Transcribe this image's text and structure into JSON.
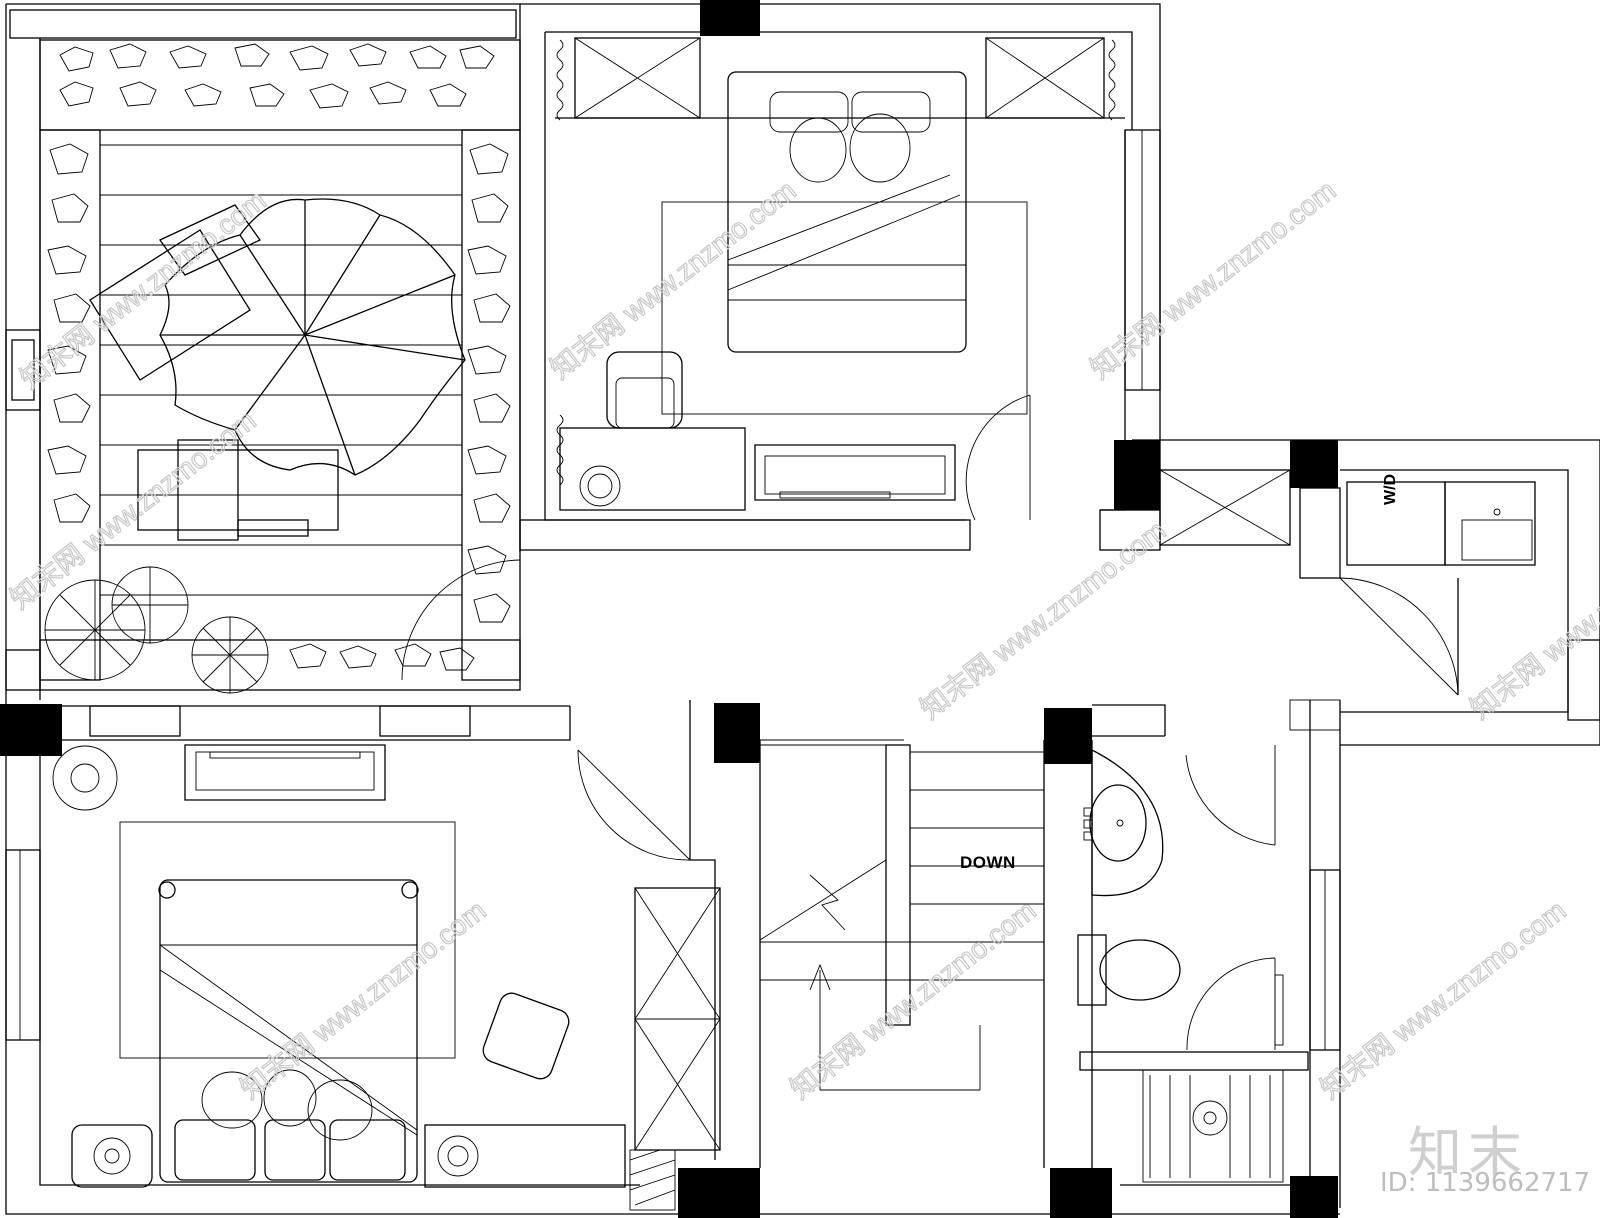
{
  "plan": {
    "labels": {
      "stair_direction": "DOWN",
      "washer_dryer": "W/D"
    },
    "watermark": {
      "brand": "知末",
      "id_text": "ID: 1139662717",
      "site_text": "www.znzmo.com",
      "site_name": "知末网"
    }
  }
}
